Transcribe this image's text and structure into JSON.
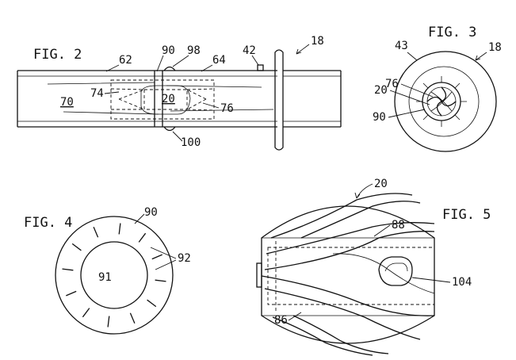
{
  "figures": {
    "fig2": {
      "title": "FIG. 2",
      "labels": {
        "l62": "62",
        "l90": "90",
        "l98": "98",
        "l64": "64",
        "l42": "42",
        "l18": "18",
        "l70": "70",
        "l74": "74",
        "l20": "20",
        "l76": "76",
        "l100": "100"
      }
    },
    "fig3": {
      "title": "FIG. 3",
      "labels": {
        "l43": "43",
        "l18": "18",
        "l76": "76",
        "l20": "20",
        "l90": "90"
      }
    },
    "fig4": {
      "title": "FIG. 4",
      "labels": {
        "l90": "90",
        "l92": "92",
        "l91": "91"
      }
    },
    "fig5": {
      "title": "FIG. 5",
      "labels": {
        "l20": "20",
        "l88": "88",
        "l104": "104",
        "l86": "86"
      }
    }
  }
}
